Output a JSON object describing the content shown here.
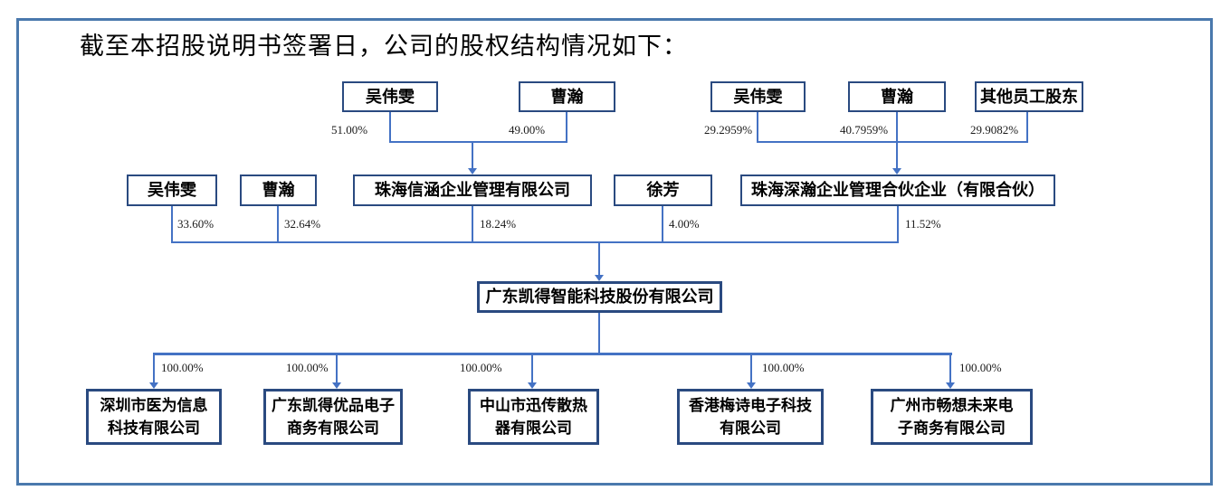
{
  "title": "截至本招股说明书签署日，公司的股权结构情况如下：",
  "colors": {
    "frame_border": "#4a79ad",
    "box_border": "#2a4a80",
    "connector": "#4472c4",
    "text": "#000000"
  },
  "diagram": {
    "top_groups": [
      {
        "shareholders": [
          {
            "name": "吴伟雯",
            "pct": "51.00%"
          },
          {
            "name": "曹瀚",
            "pct": "49.00%"
          }
        ],
        "target": "珠海信涵企业管理有限公司"
      },
      {
        "shareholders": [
          {
            "name": "吴伟雯",
            "pct": "29.2959%"
          },
          {
            "name": "曹瀚",
            "pct": "40.7959%"
          },
          {
            "name": "其他员工股东",
            "pct": "29.9082%"
          }
        ],
        "target": "珠海深瀚企业管理合伙企业（有限合伙）"
      }
    ],
    "company_shareholders": [
      {
        "name": "吴伟雯",
        "pct": "33.60%"
      },
      {
        "name": "曹瀚",
        "pct": "32.64%"
      },
      {
        "name": "珠海信涵企业管理有限公司",
        "pct": "18.24%"
      },
      {
        "name": "徐芳",
        "pct": "4.00%"
      },
      {
        "name": "珠海深瀚企业管理合伙企业（有限合伙）",
        "pct": "11.52%"
      }
    ],
    "company": {
      "name": "广东凯得智能科技股份有限公司"
    },
    "subsidiaries": [
      {
        "name": "深圳市医为信息科技有限公司",
        "pct": "100.00%"
      },
      {
        "name": "广东凯得优品电子商务有限公司",
        "pct": "100.00%"
      },
      {
        "name": "中山市迅传散热器有限公司",
        "pct": "100.00%"
      },
      {
        "name": "香港梅诗电子科技有限公司",
        "pct": "100.00%"
      },
      {
        "name": "广州市畅想未来电子商务有限公司",
        "pct": "100.00%"
      }
    ]
  }
}
